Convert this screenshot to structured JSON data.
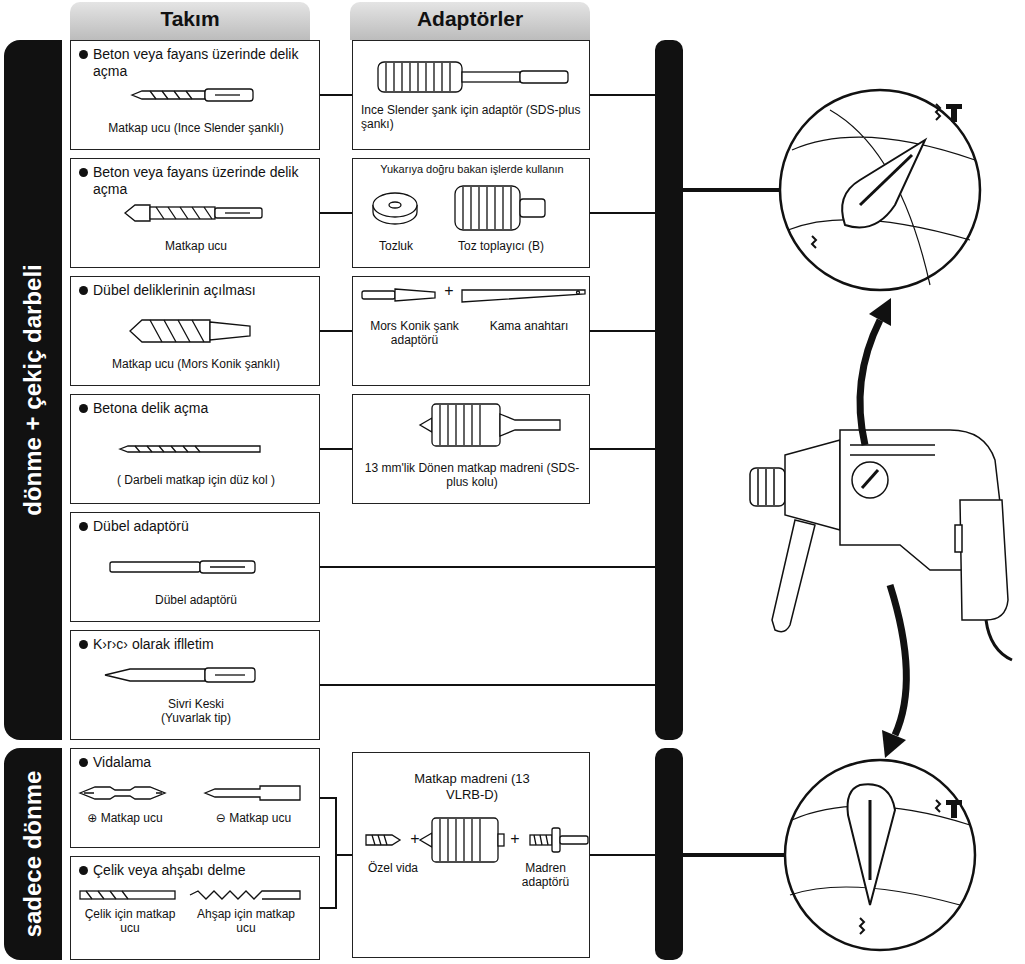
{
  "diagram": {
    "nodes": [
      {
        "text": [
          "Takım"
        ]
      },
      {
        "text": [
          "Adaptörler"
        ]
      },
      {
        "text": [
          "dönme + çekiç darbeli"
        ]
      },
      {
        "text": [
          "Beton veya fayans üzerinde delik açma",
          "Matkap ucu (Ince Slender şanklı)"
        ]
      },
      {
        "text": [
          "Ince Slender şank için adaptör (SDS-plus şankı)"
        ]
      },
      {
        "text": [
          "Beton veya fayans üzerinde delik açma",
          "Matkap ucu"
        ]
      },
      {
        "text": [
          "Yukarıya doğru bakan işlerde kullanın",
          "Tozluk",
          "Toz toplayıcı (B)"
        ]
      },
      {
        "text": [
          "Dübel deliklerinin açılması",
          "Matkap ucu (Mors Konik şanklı)"
        ]
      },
      {
        "text": [
          "+",
          "Mors Konik şank adaptörü",
          "Kama anahtarı"
        ]
      },
      {
        "text": [
          "Betona delik açma",
          "( Darbeli matkap için düz kol )"
        ]
      },
      {
        "text": [
          "13 mm'lik Dönen matkap madreni (SDS-plus kolu)"
        ]
      },
      {
        "text": [
          "Dübel adaptörü",
          "Dübel adaptörü"
        ]
      },
      {
        "text": [
          "K›r›c› olarak iflletim",
          "Sivri Keski (Yuvarlak tip)"
        ]
      },
      {
        "text": [
          "sadece dönme"
        ]
      },
      {
        "text": [
          "Vidalama",
          "⊕ Matkap ucu",
          "⊖ Matkap ucu"
        ]
      },
      {
        "text": [
          "Çelik veya ahşabı delme",
          "Çelik için matkap ucu",
          "Ahşap için matkap ucu"
        ]
      },
      {
        "text": [
          "Matkap madreni (13 VLRB-D)",
          "+",
          "+",
          "Özel vida",
          "Madren adaptörü"
        ]
      }
    ],
    "edges": [
      {
        "from": 3,
        "to": 4,
        "arrow": "none"
      },
      {
        "from": 5,
        "to": 6,
        "arrow": "none"
      },
      {
        "from": 7,
        "to": 8,
        "arrow": "none"
      },
      {
        "from": 9,
        "to": 10,
        "arrow": "none"
      },
      {
        "from": 14,
        "to": 16,
        "arrow": "none"
      },
      {
        "from": 15,
        "to": 16,
        "arrow": "none"
      }
    ]
  }
}
